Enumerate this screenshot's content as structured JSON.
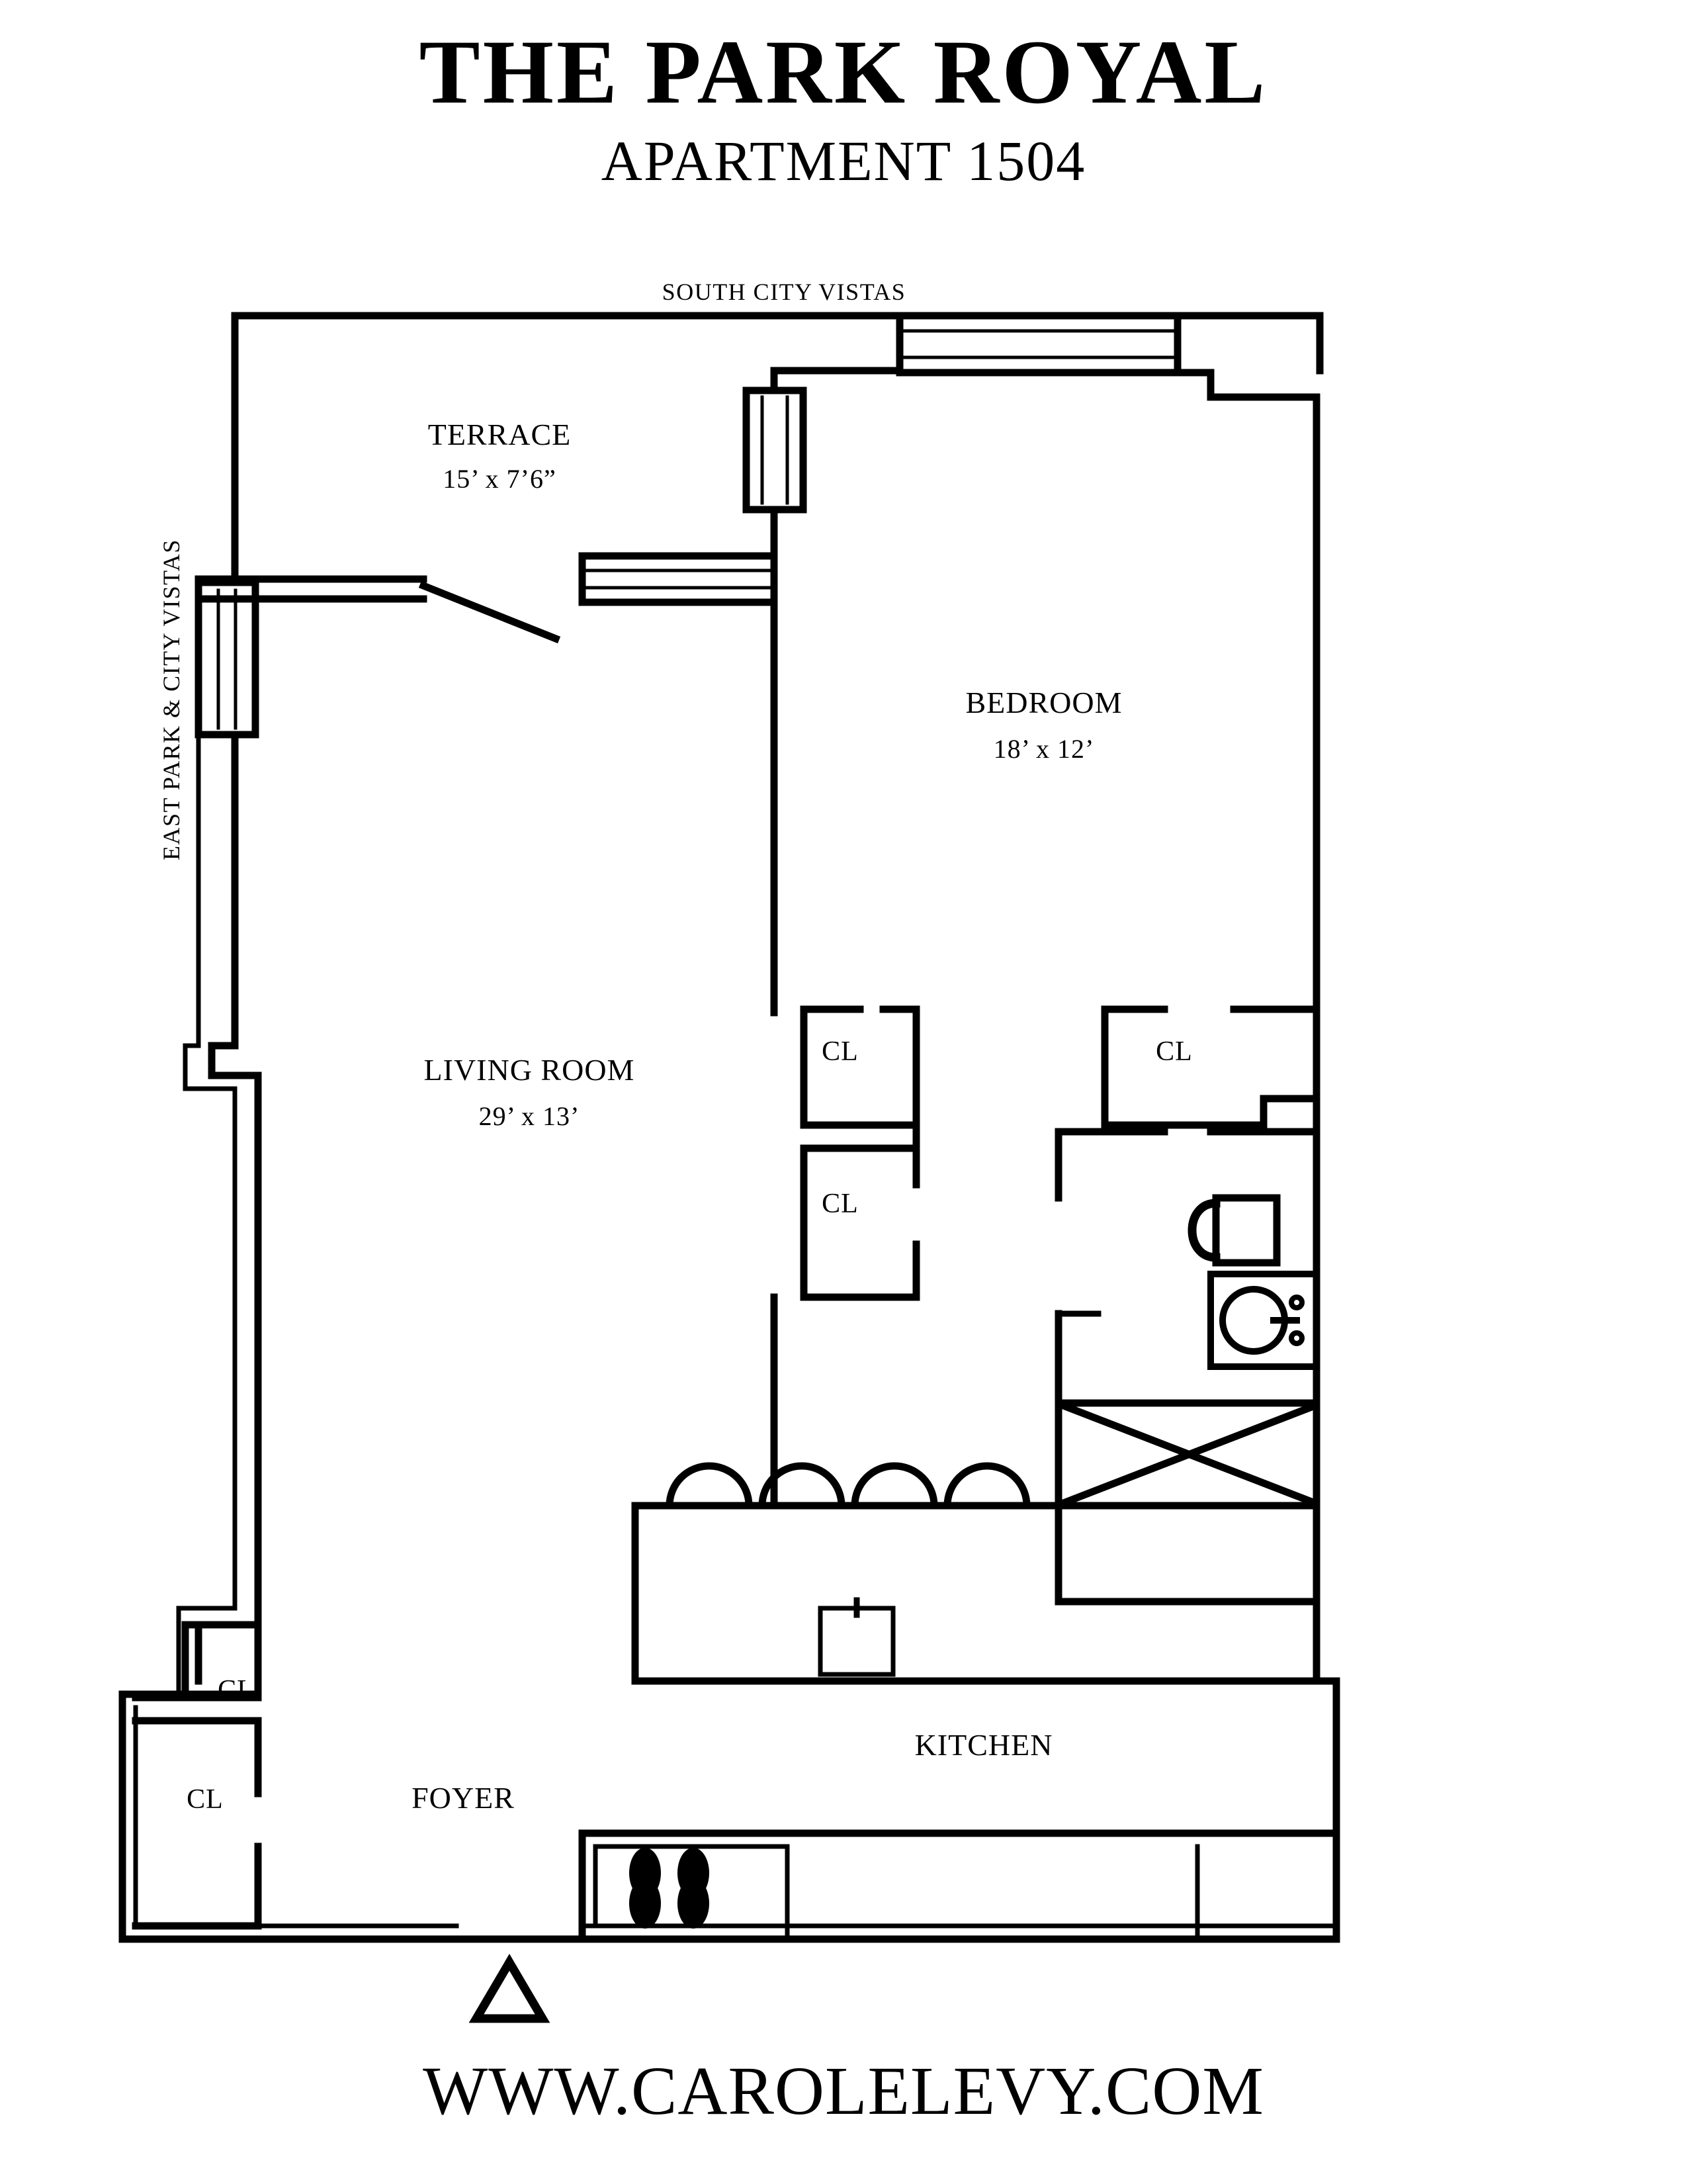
{
  "header": {
    "building_title": "THE PARK ROYAL",
    "apartment_subtitle": "APARTMENT 1504"
  },
  "footer": {
    "url": "WWW.CAROLELEVY.COM"
  },
  "exposures": {
    "top": "SOUTH CITY VISTAS",
    "left": "EAST PARK & CITY VISTAS"
  },
  "rooms": [
    {
      "name": "TERRACE",
      "dimensions": "15’ x 7’6”"
    },
    {
      "name": "BEDROOM",
      "dimensions": "18’ x 12’"
    },
    {
      "name": "LIVING ROOM",
      "dimensions": "29’ x 13’"
    },
    {
      "name": "KITCHEN",
      "dimensions": ""
    },
    {
      "name": "FOYER",
      "dimensions": ""
    }
  ],
  "closets": [
    {
      "label": "CL",
      "location": "bedroom-hall-upper"
    },
    {
      "label": "CL",
      "location": "bedroom-hall-lower"
    },
    {
      "label": "CL",
      "location": "bedroom-right"
    },
    {
      "label": "CL",
      "location": "foyer-upper"
    },
    {
      "label": "CL",
      "location": "foyer-lower"
    }
  ],
  "fixtures": {
    "toilet": "toilet",
    "sink": "bathroom-sink",
    "bathtub": "bathtub",
    "stove": "stove-four-burner",
    "bar_stools": 4,
    "entry_marker": "entry-door-triangle"
  },
  "colors": {
    "ink": "#000000",
    "paper": "#ffffff"
  }
}
